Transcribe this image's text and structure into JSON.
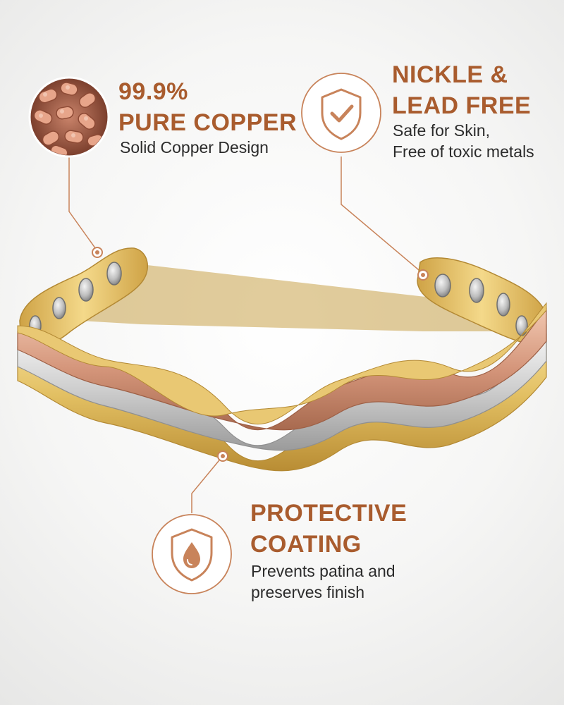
{
  "features": {
    "pure_copper": {
      "title": "99.9%\nPURE COPPER",
      "description": "Solid Copper Design",
      "icon": "copper-pellets-icon"
    },
    "nickle_free": {
      "title": "NICKLE &\nLEAD FREE",
      "description": "Safe for Skin,\nFree of toxic metals",
      "icon": "shield-check-icon"
    },
    "protective_coating": {
      "title": "PROTECTIVE\nCOATING",
      "description": "Prevents patina and\npreserves finish",
      "icon": "shield-droplet-icon"
    }
  },
  "colors": {
    "accent": "#a95c2e",
    "callout_line": "#c8835a",
    "body_text": "#2b2b2b",
    "copper": "#d4957a",
    "silver": "#cfcfcf",
    "gold": "#e2bf62"
  }
}
